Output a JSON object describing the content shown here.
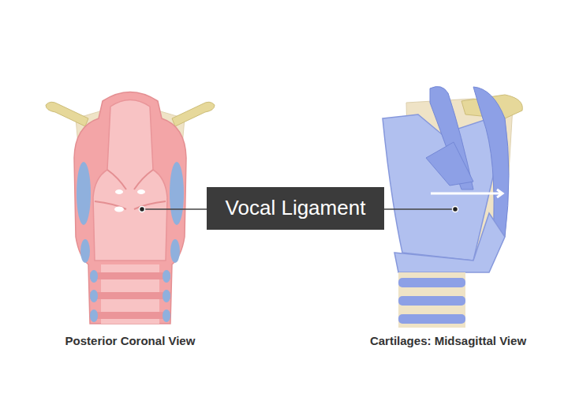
{
  "diagram": {
    "nodes": [
      {
        "text": [
          "Vocal Ligament"
        ]
      }
    ],
    "labels": [
      "Posterior Coronal View",
      "Cartilages: Midsagittal View"
    ]
  }
}
